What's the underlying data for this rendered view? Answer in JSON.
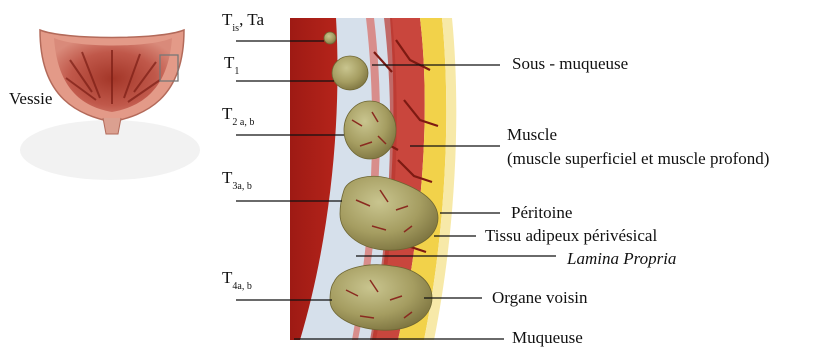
{
  "diagram": {
    "organ_label": "Vessie",
    "stages": [
      {
        "main": "T",
        "sub": "is",
        "suffix": ", Ta"
      },
      {
        "main": "T",
        "sub": "1",
        "suffix": ""
      },
      {
        "main": "T",
        "sub": "2 a,  b",
        "suffix": ""
      },
      {
        "main": "T",
        "sub": "3a, b",
        "suffix": ""
      },
      {
        "main": "T",
        "sub": "4a, b",
        "suffix": ""
      }
    ],
    "layers": {
      "sous_muqueuse": "Sous - muqueuse",
      "muscle": "Muscle",
      "muscle_detail": "(muscle superficiel et  muscle profond)",
      "peritoine": "Péritoine",
      "tissu_adipeux": "Tissu adipeux périvésical",
      "lamina_propria": "Lamina Propria",
      "organe_voisin": "Organe voisin",
      "muqueuse": "Muqueuse"
    },
    "colors": {
      "mucosa": "#b3211a",
      "muscle": "#c8473e",
      "fat": "#f2d24a",
      "lamina": "#cdd9e6",
      "tumor": "#a7a066"
    }
  }
}
